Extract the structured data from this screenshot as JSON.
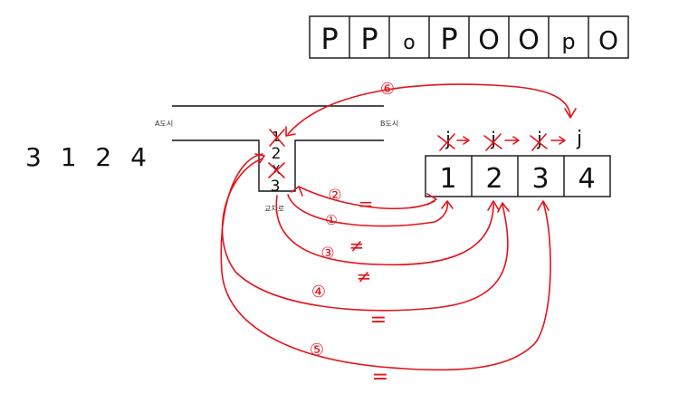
{
  "sequence_boxes": [
    "P",
    "P",
    "o",
    "P",
    "O",
    "O",
    "p",
    "O"
  ],
  "input_order": "3 1 2 4",
  "city_a": "A도시",
  "city_b": "B도시",
  "junction_label": "교차로",
  "stack_items": [
    "2",
    "3"
  ],
  "stack_crossed": [
    "1",
    "X"
  ],
  "pointer_label": "j",
  "number_boxes": [
    "1",
    "2",
    "3",
    "4"
  ],
  "steps": [
    "①",
    "②",
    "③",
    "④",
    "⑤",
    "⑥"
  ],
  "relations": [
    "=",
    "≠",
    "≠",
    "=",
    "="
  ],
  "colors": {
    "annotation": "#e3141b",
    "ink": "#111111"
  }
}
